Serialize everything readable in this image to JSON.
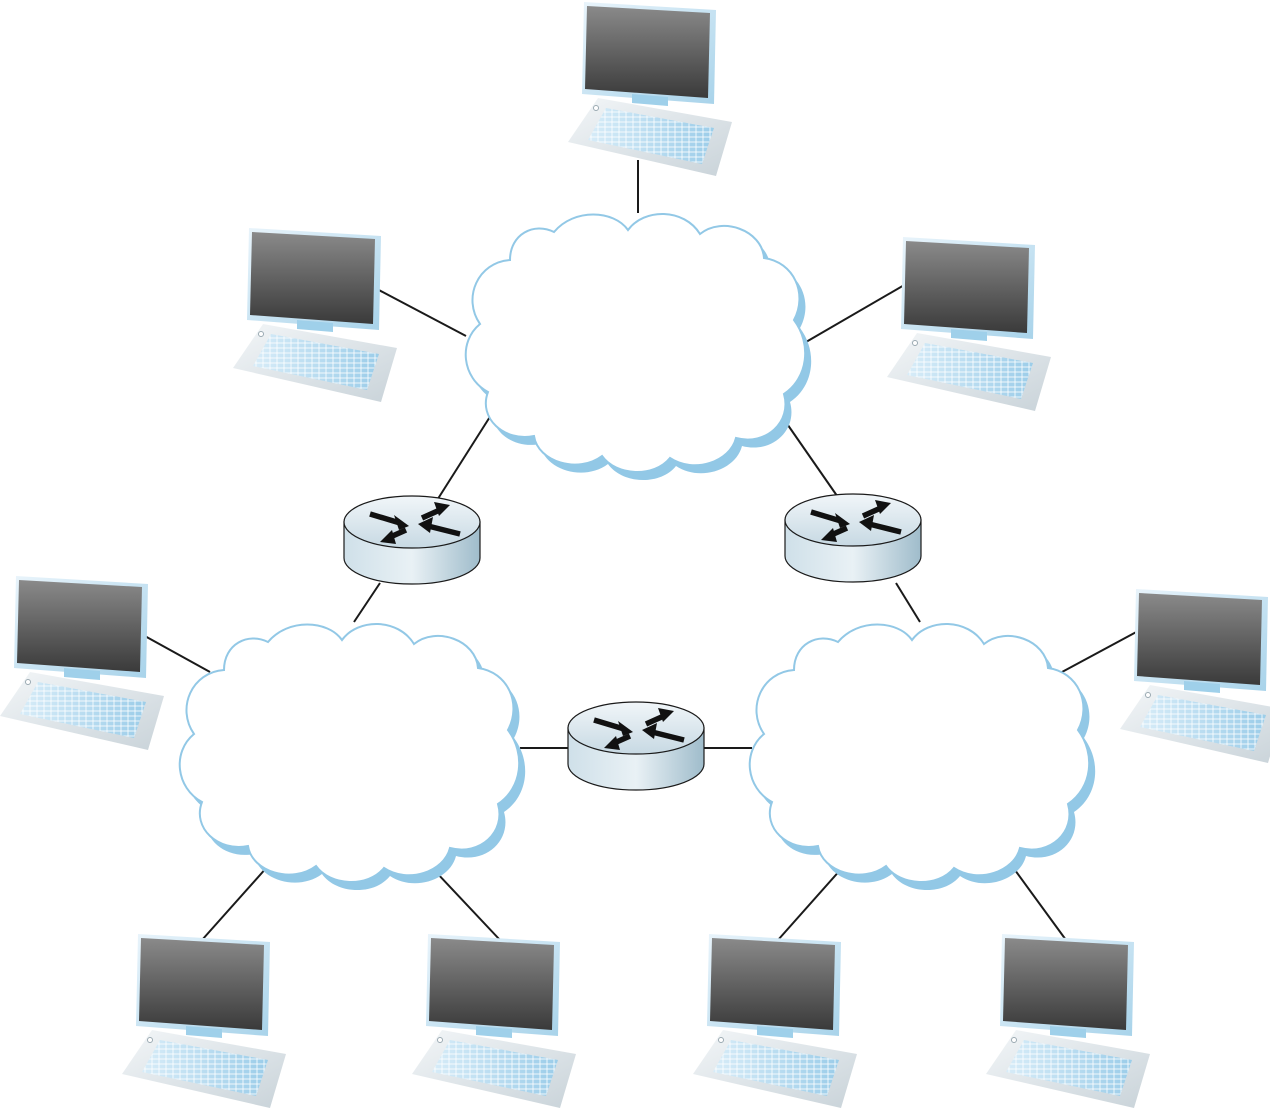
{
  "diagram": {
    "networks": [
      {
        "id": "top",
        "icon": "cloud-icon"
      },
      {
        "id": "left",
        "icon": "cloud-icon"
      },
      {
        "id": "right",
        "icon": "cloud-icon"
      }
    ],
    "routers": [
      {
        "id": "top-left",
        "icon": "router-icon",
        "connects": [
          "top",
          "left"
        ]
      },
      {
        "id": "top-right",
        "icon": "router-icon",
        "connects": [
          "top",
          "right"
        ]
      },
      {
        "id": "bottom",
        "icon": "router-icon",
        "connects": [
          "left",
          "right"
        ]
      }
    ],
    "hosts": [
      {
        "id": "top-center",
        "icon": "computer-icon",
        "network": "top"
      },
      {
        "id": "top-left",
        "icon": "computer-icon",
        "network": "top"
      },
      {
        "id": "top-right",
        "icon": "computer-icon",
        "network": "top"
      },
      {
        "id": "left-outer",
        "icon": "computer-icon",
        "network": "left"
      },
      {
        "id": "left-bottom-a",
        "icon": "computer-icon",
        "network": "left"
      },
      {
        "id": "left-bottom-b",
        "icon": "computer-icon",
        "network": "left"
      },
      {
        "id": "right-outer",
        "icon": "computer-icon",
        "network": "right"
      },
      {
        "id": "right-bottom-a",
        "icon": "computer-icon",
        "network": "right"
      },
      {
        "id": "right-bottom-b",
        "icon": "computer-icon",
        "network": "right"
      }
    ],
    "colors": {
      "cloud_fill": "#ffffff",
      "cloud_outline": "#92c8e6",
      "link": "#1a1a1a",
      "router_top": "#e2ecf2",
      "router_side": "#b4ccd8",
      "screen": "#5a5a5a",
      "keyboard": "#a9d4ec"
    }
  }
}
